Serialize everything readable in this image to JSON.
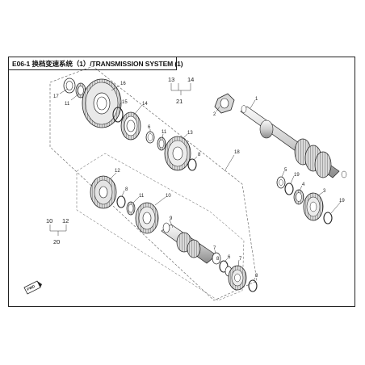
{
  "header": {
    "title": "E06-1 换档变速系统（1）/TRANSMISSION SYSTEM (1)"
  },
  "direction_tag": "FWD",
  "group_labels": {
    "top_left": "13",
    "top_right": "14",
    "top_result": "21",
    "side_left": "10",
    "side_right": "12",
    "side_result": "20",
    "main_assembly": "18"
  },
  "callouts": {
    "c17": "17",
    "c11a": "11",
    "c16": "16",
    "c15": "15",
    "c14": "14",
    "c6a": "6",
    "c11b": "11",
    "c13": "13",
    "c8a": "8",
    "c12": "12",
    "c8b": "8",
    "c11c": "11",
    "c10": "10",
    "c9": "9",
    "c7a": "7",
    "c8c": "8",
    "c6b": "6",
    "c7b": "7",
    "c8d": "8",
    "c2": "2",
    "c1": "1",
    "c5": "5",
    "c19a": "19",
    "c4": "4",
    "c3": "3",
    "c19b": "19"
  }
}
